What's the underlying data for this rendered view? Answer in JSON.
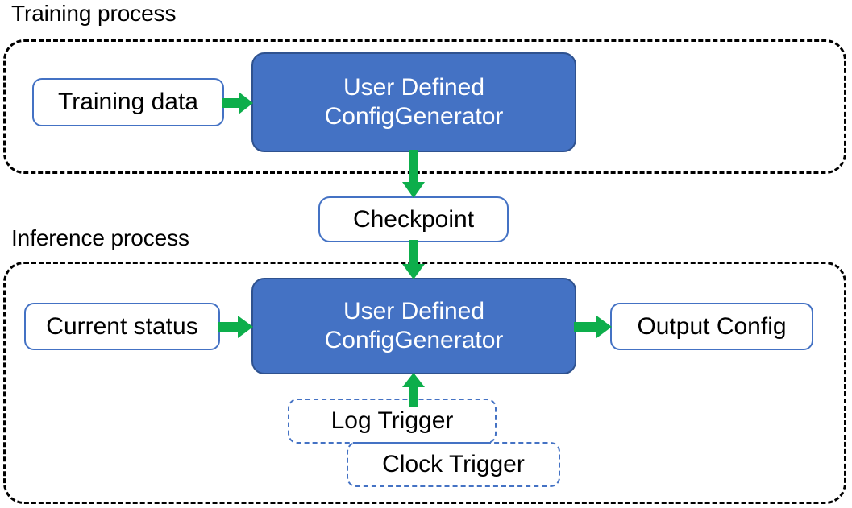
{
  "diagram": {
    "title_training": "Training process",
    "title_inference": "Inference process",
    "colors": {
      "process_fill": "#4472C4",
      "process_stroke": "#2F528F",
      "node_stroke": "#4472C4",
      "arrow": "#0DAE4B",
      "group_stroke": "#000000",
      "text": "#000000",
      "process_text": "#FFFFFF"
    }
  },
  "training": {
    "label": "Training process",
    "input": {
      "label": "Training data"
    },
    "process": {
      "line1": "User Defined",
      "line2": "ConfigGenerator"
    }
  },
  "bridge": {
    "checkpoint": {
      "label": "Checkpoint"
    }
  },
  "inference": {
    "label": "Inference process",
    "input": {
      "label": "Current status"
    },
    "process": {
      "line1": "User Defined",
      "line2": "ConfigGenerator"
    },
    "output": {
      "label": "Output Config"
    },
    "triggers": [
      {
        "label": "Log Trigger"
      },
      {
        "label": "Clock Trigger"
      }
    ]
  },
  "arrows": [
    {
      "name": "training-data-to-generator",
      "from": "Training data",
      "to": "User Defined ConfigGenerator",
      "direction": "right"
    },
    {
      "name": "generator-to-checkpoint",
      "from": "User Defined ConfigGenerator",
      "to": "Checkpoint",
      "direction": "down"
    },
    {
      "name": "checkpoint-to-generator",
      "from": "Checkpoint",
      "to": "User Defined ConfigGenerator",
      "direction": "down"
    },
    {
      "name": "current-status-to-generator",
      "from": "Current status",
      "to": "User Defined ConfigGenerator",
      "direction": "right"
    },
    {
      "name": "generator-to-output-config",
      "from": "User Defined ConfigGenerator",
      "to": "Output Config",
      "direction": "right"
    },
    {
      "name": "trigger-to-generator",
      "from": "Log Trigger / Clock Trigger",
      "to": "User Defined ConfigGenerator",
      "direction": "up"
    }
  ]
}
